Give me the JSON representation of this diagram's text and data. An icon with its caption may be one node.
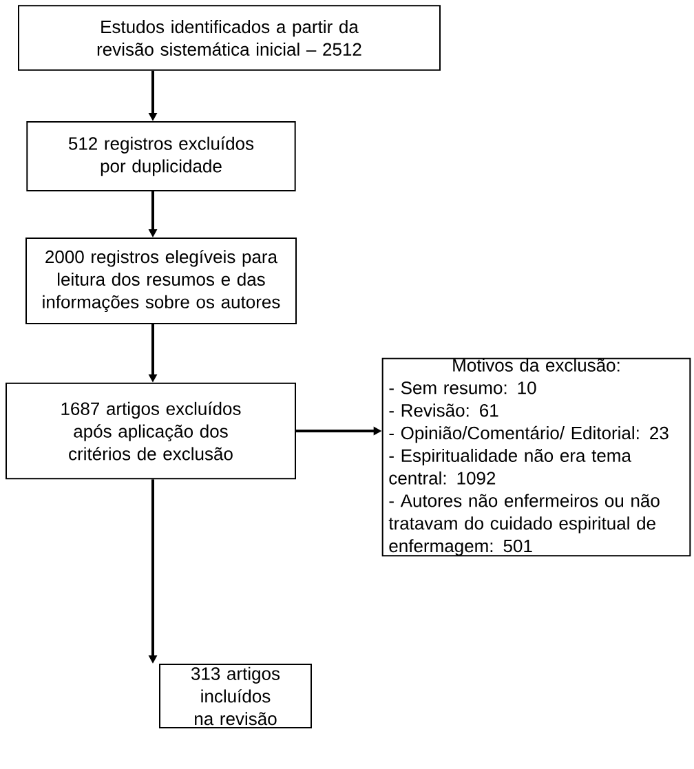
{
  "diagram": {
    "nodes": [
      {
        "text": [
          "Estudos identificados a partir da revisão sistemática inicial – 2512"
        ]
      },
      {
        "text": [
          "512 registros excluídos por duplicidade"
        ]
      },
      {
        "text": [
          "2000 registros elegíveis para leitura dos resumos e das informações sobre os autores"
        ]
      },
      {
        "text": [
          "1687 artigos excluídos após aplicação dos critérios de exclusão"
        ]
      },
      {
        "text": [
          "Motivos da exclusão:",
          "- Sem resumo: 10",
          "- Revisão: 61",
          "- Opinião/Comentário/ Editorial: 23",
          "- Espiritualidade não era tema central: 1092",
          "- Autores não enfermeiros ou não tratavam do cuidado espiritual de enfermagem: 501"
        ]
      },
      {
        "text": [
          "313 artigos incluídos na revisão"
        ]
      }
    ],
    "edges": [
      {
        "from": 0,
        "to": 1,
        "arrow": "to"
      },
      {
        "from": 1,
        "to": 2,
        "arrow": "to"
      },
      {
        "from": 2,
        "to": 3,
        "arrow": "to"
      },
      {
        "from": 3,
        "to": 4,
        "arrow": "to"
      },
      {
        "from": 3,
        "to": 5,
        "arrow": "to"
      }
    ]
  }
}
